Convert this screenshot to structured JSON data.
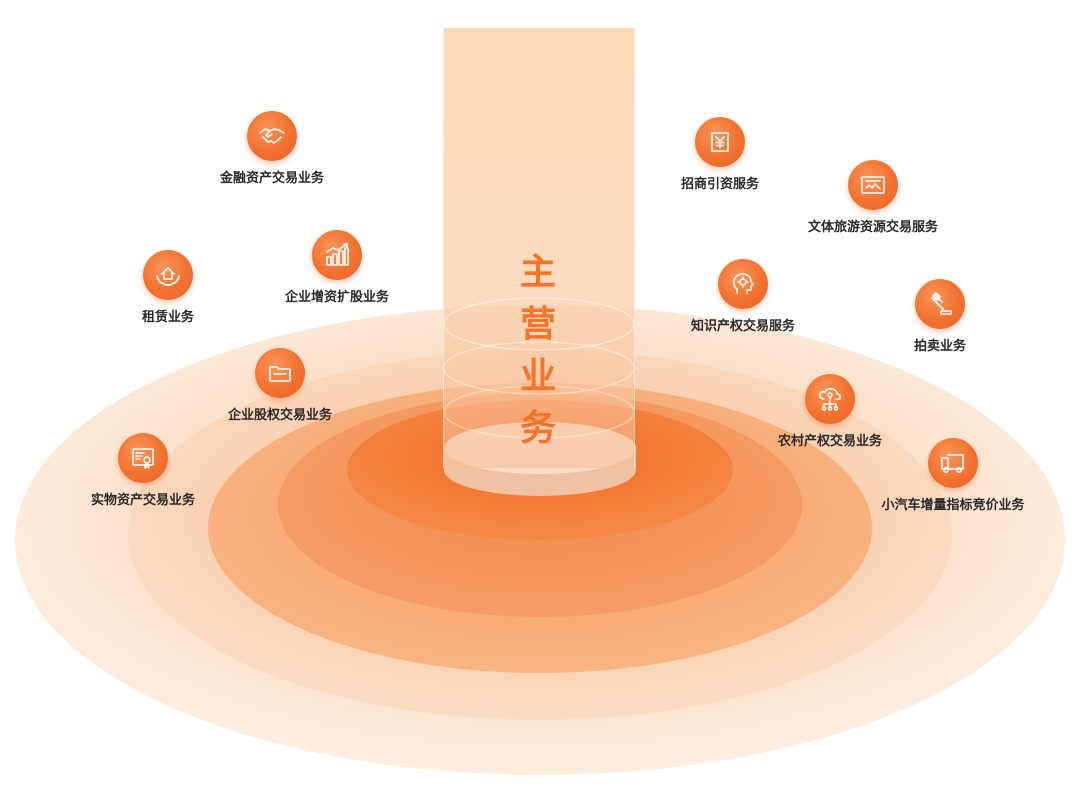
{
  "title_chars": [
    "主",
    "营",
    "业",
    "务"
  ],
  "colors": {
    "accent": "#f2712f",
    "ring_outer": "#fde6d2",
    "ring_mid": "#f9b98a",
    "ring_inner": "#f47a33",
    "label": "#2a2a2a"
  },
  "nodes": [
    {
      "label": "金融资产交易业务",
      "icon": "handshake-icon"
    },
    {
      "label": "企业增资扩股业务",
      "icon": "bar-chart-icon"
    },
    {
      "label": "租赁业务",
      "icon": "house-hands-icon"
    },
    {
      "label": "企业股权交易业务",
      "icon": "folder-icon"
    },
    {
      "label": "实物资产交易业务",
      "icon": "certificate-icon"
    },
    {
      "label": "招商引资服务",
      "icon": "yuan-calendar-icon"
    },
    {
      "label": "文体旅游资源交易服务",
      "icon": "display-board-icon"
    },
    {
      "label": "知识产权交易服务",
      "icon": "brain-head-icon"
    },
    {
      "label": "拍卖业务",
      "icon": "gavel-icon"
    },
    {
      "label": "农村产权交易业务",
      "icon": "cloud-network-icon"
    },
    {
      "label": "小汽车增量指标竞价业务",
      "icon": "truck-icon"
    }
  ]
}
